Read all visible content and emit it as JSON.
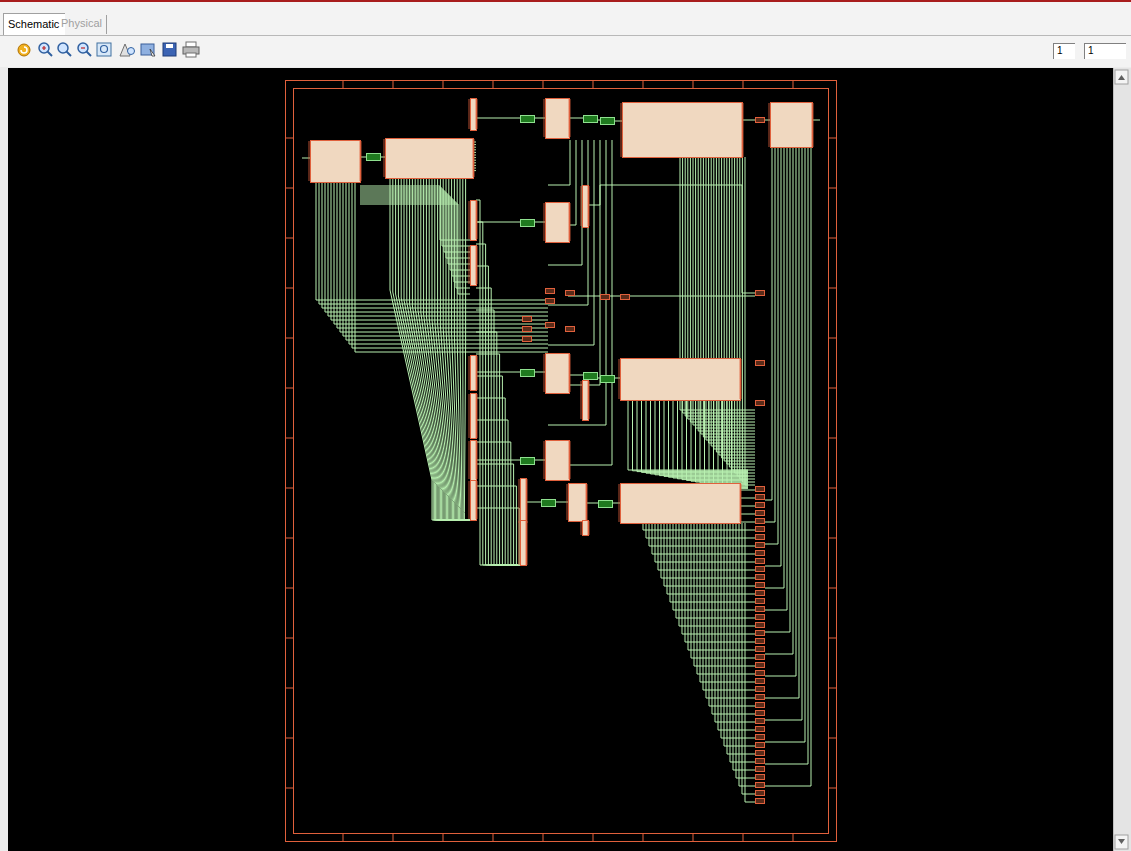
{
  "diagram": {
    "nodes": [
      {
        "text": [
          "Schematic"
        ]
      },
      {
        "text": [
          "Physical"
        ]
      },
      {
        "text": [
          "1"
        ]
      },
      {
        "text": [
          "1"
        ]
      }
    ]
  }
}
